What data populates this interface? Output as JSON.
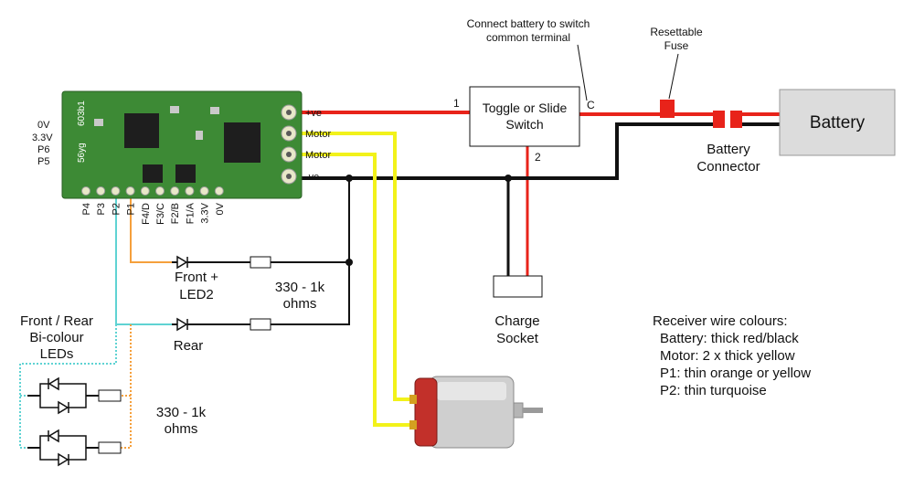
{
  "receiver": {
    "left_labels": [
      "0V",
      "3.3V",
      "P6",
      "P5"
    ],
    "bottom_labels": [
      "P4",
      "P3",
      "P2",
      "P1",
      "F4/D",
      "F3/C",
      "F2/B",
      "F1/A",
      "3.3V",
      "0V"
    ],
    "pad_labels": [
      "+ve",
      "Motor",
      "Motor",
      "-ve"
    ],
    "board_text": [
      "603b1",
      "56yg"
    ]
  },
  "switch": {
    "title_line1": "Toggle or Slide",
    "title_line2": "Switch",
    "pin_1": "1",
    "pin_2": "2",
    "pin_c": "C",
    "note_line1": "Connect battery to switch",
    "note_line2": "common terminal"
  },
  "fuse": {
    "line1": "Resettable",
    "line2": "Fuse"
  },
  "battery": {
    "label": "Battery",
    "connector_line1": "Battery",
    "connector_line2": "Connector"
  },
  "charge_socket": {
    "line1": "Charge",
    "line2": "Socket"
  },
  "leds": {
    "front_line1": "Front +",
    "front_line2": "LED2",
    "rear": "Rear",
    "resistor_line1": "330 - 1k",
    "resistor_line2": "ohms",
    "bicolour_line1": "Front / Rear",
    "bicolour_line2": "Bi-colour",
    "bicolour_line3": "LEDs",
    "bicolour_res_line1": "330 - 1k",
    "bicolour_res_line2": "ohms"
  },
  "legend": {
    "title": "Receiver wire colours:",
    "items": [
      "Battery: thick red/black",
      "Motor: 2 x thick yellow",
      "P1: thin orange or yellow",
      "P2: thin turquoise"
    ]
  },
  "colors": {
    "red_wire": "#e8231a",
    "black_wire": "#111111",
    "yellow_wire": "#f2f21a",
    "orange_wire": "#f5a03c",
    "turquoise_wire": "#5fd3d3",
    "pcb_green": "#3d8a35",
    "battery_fill": "#dcdcdc"
  }
}
